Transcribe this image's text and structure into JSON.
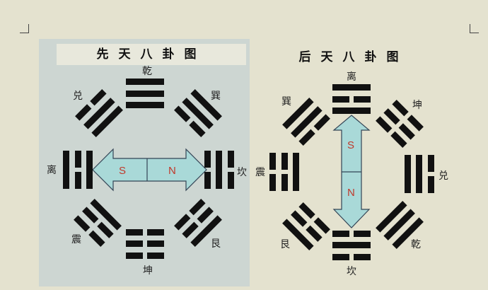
{
  "left": {
    "title": "先天八卦图",
    "arrow": {
      "s": "S",
      "n": "N"
    },
    "trigrams": [
      {
        "name": "乾",
        "lines": [
          1,
          1,
          1
        ]
      },
      {
        "name": "兑",
        "lines": [
          0,
          1,
          1
        ]
      },
      {
        "name": "巽",
        "lines": [
          1,
          1,
          0
        ]
      },
      {
        "name": "离",
        "lines": [
          1,
          0,
          1
        ]
      },
      {
        "name": "坎",
        "lines": [
          0,
          1,
          0
        ]
      },
      {
        "name": "震",
        "lines": [
          0,
          0,
          1
        ]
      },
      {
        "name": "艮",
        "lines": [
          1,
          0,
          0
        ]
      },
      {
        "name": "坤",
        "lines": [
          0,
          0,
          0
        ]
      }
    ]
  },
  "right": {
    "title": "后天八卦图",
    "arrow": {
      "s": "S",
      "n": "N"
    },
    "trigrams": [
      {
        "name": "离",
        "lines": [
          1,
          0,
          1
        ]
      },
      {
        "name": "巽",
        "lines": [
          1,
          1,
          0
        ]
      },
      {
        "name": "坤",
        "lines": [
          0,
          0,
          0
        ]
      },
      {
        "name": "震",
        "lines": [
          0,
          0,
          1
        ]
      },
      {
        "name": "兑",
        "lines": [
          0,
          1,
          1
        ]
      },
      {
        "name": "艮",
        "lines": [
          1,
          0,
          0
        ]
      },
      {
        "name": "乾",
        "lines": [
          1,
          1,
          1
        ]
      },
      {
        "name": "坎",
        "lines": [
          0,
          1,
          0
        ]
      }
    ]
  },
  "colors": {
    "arrow": "#a9d9d8",
    "letter": "#c0392b"
  }
}
